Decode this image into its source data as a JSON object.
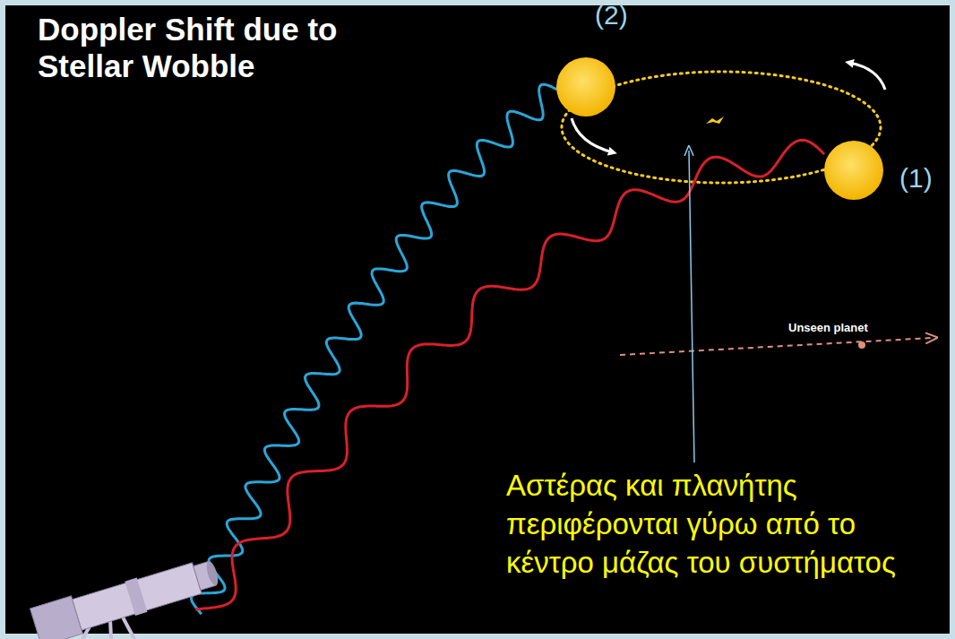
{
  "diagram": {
    "title": "Doppler Shift due to Stellar Wobble",
    "labels": [
      "(2)",
      "(1)",
      "Unseen planet",
      "Αστέρας και πλανήτης περιφέρονται γύρω από το κέντρο μάζας του συστήματος"
    ]
  }
}
